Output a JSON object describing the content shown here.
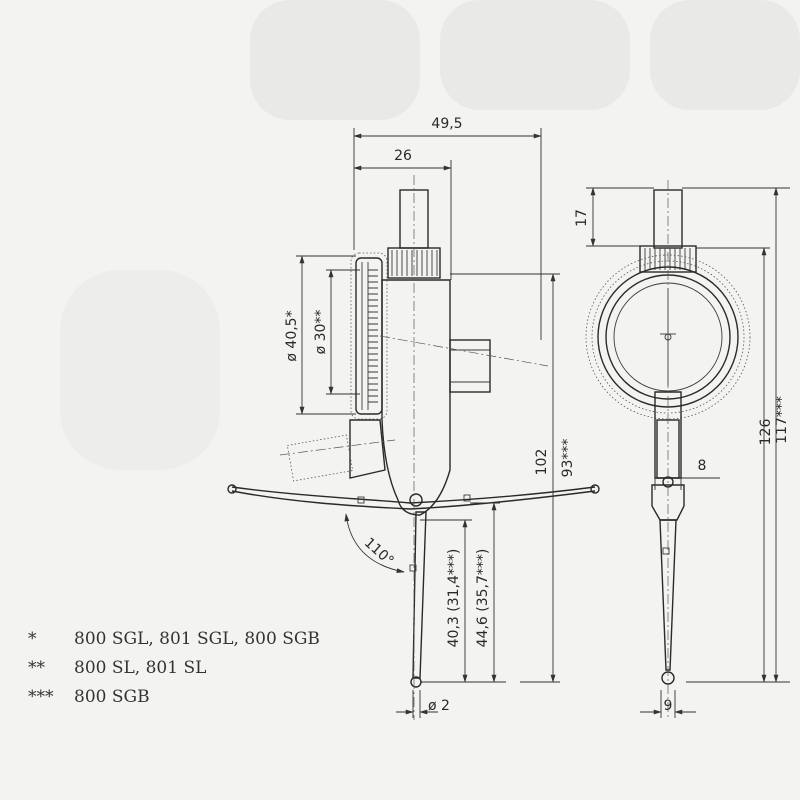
{
  "dimensions": {
    "overall_width": "49,5",
    "body_width": "26",
    "dial_diameter_star": "ø 40,5*",
    "dial_diameter_dstar": "ø 30**",
    "angle": "110°",
    "probe_height_1": "40,3 (31,4***)",
    "probe_height_2": "44,6 (35,7***)",
    "total_height_1": "102",
    "total_height_2": "93***",
    "ball_diameter": "ø 2",
    "stem_length": "17",
    "total_height_3": "126",
    "total_height_4": "117***",
    "probe_width": "8",
    "tip_width": "9"
  },
  "legend": [
    {
      "mark": "*",
      "text": "800 SGL, 801 SGL, 800 SGB"
    },
    {
      "mark": "**",
      "text": "800 SL, 801 SL"
    },
    {
      "mark": "***",
      "text": "800 SGB"
    }
  ]
}
